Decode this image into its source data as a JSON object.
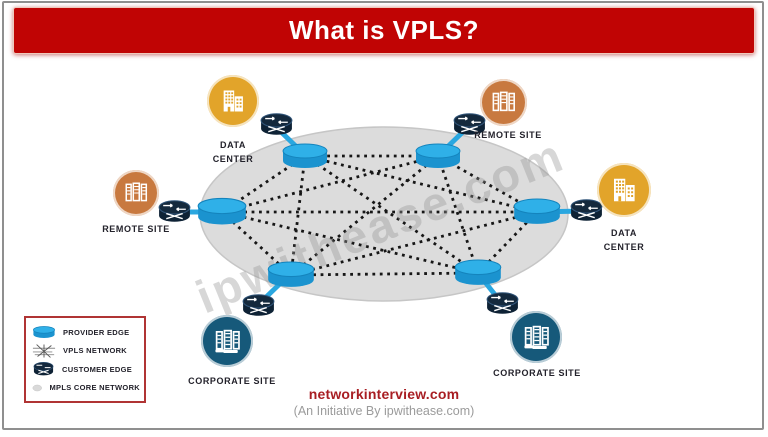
{
  "header": {
    "title": "What is VPLS?"
  },
  "watermark": "ipwithease.com",
  "sites": [
    {
      "type": "data-center",
      "label_lines": [
        "DATA",
        "CENTER"
      ]
    },
    {
      "type": "remote-site",
      "label_lines": [
        "REMOTE SITE"
      ]
    },
    {
      "type": "remote-site",
      "label_lines": [
        "REMOTE SITE"
      ]
    },
    {
      "type": "data-center",
      "label_lines": [
        "DATA",
        "CENTER"
      ]
    },
    {
      "type": "corporate-site",
      "label_lines": [
        "CORPORATE SITE"
      ]
    },
    {
      "type": "corporate-site",
      "label_lines": [
        "CORPORATE SITE"
      ]
    }
  ],
  "legend": {
    "items": [
      {
        "icon": "provider-edge-icon",
        "label": "PROVIDER EDGE"
      },
      {
        "icon": "vpls-network-icon",
        "label": "VPLS NETWORK"
      },
      {
        "icon": "customer-edge-icon",
        "label": "CUSTOMER EDGE"
      },
      {
        "icon": "mpls-core-network-icon",
        "label": "MPLS CORE NETWORK"
      }
    ]
  },
  "footer": {
    "site_name": "networkinterview.com",
    "tagline": "(An Initiative By ipwithease.com)"
  },
  "colors": {
    "banner_red": "#c00404",
    "provider_edge_blue": "#29a8e0",
    "customer_edge_navy": "#14293d",
    "data_center_yellow": "#e2a42a",
    "remote_site_orange": "#c8793f",
    "corporate_site_teal": "#16597a",
    "mpls_core_gray": "#dcdcdc",
    "footer_red": "#a81e23"
  }
}
